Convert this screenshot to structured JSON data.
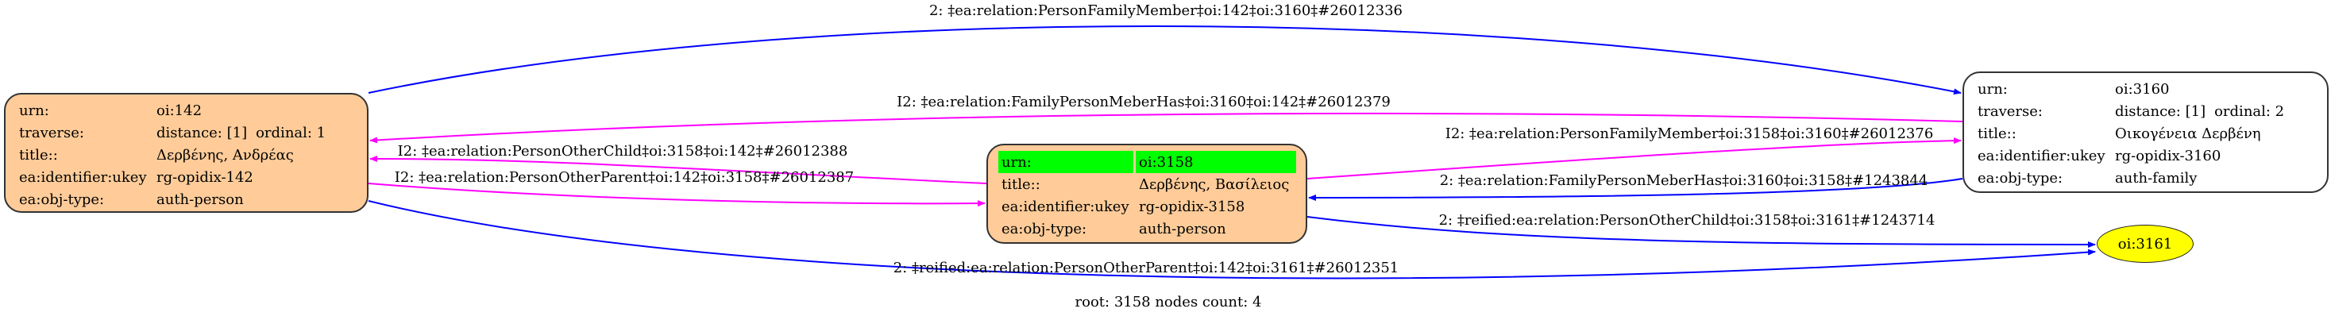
{
  "graph": {
    "footer": "root: 3158 nodes count: 4",
    "colors": {
      "person_fill": "#ffcc99",
      "family_fill": "#ffffff",
      "root_highlight": "#00ff00",
      "leaf_fill": "#ffff00",
      "edge_blue": "#0000ff",
      "edge_magenta": "#ff00ff"
    },
    "nodes": {
      "n142": {
        "rows": [
          {
            "key": "urn:",
            "value": "oi:142"
          },
          {
            "key": "traverse:",
            "value": "distance: [1]",
            "extra": "ordinal: 1"
          },
          {
            "key": "title::",
            "value": "Δερβένης, Ανδρέας"
          },
          {
            "key": "ea:identifier:ukey",
            "value": "rg-opidix-142"
          },
          {
            "key": "ea:obj-type:",
            "value": "auth-person"
          }
        ]
      },
      "n3158": {
        "rows": [
          {
            "key": "urn:",
            "value": "oi:3158"
          },
          {
            "key": "title::",
            "value": "Δερβένης, Βασίλειος"
          },
          {
            "key": "ea:identifier:ukey",
            "value": "rg-opidix-3158"
          },
          {
            "key": "ea:obj-type:",
            "value": "auth-person"
          }
        ]
      },
      "n3160": {
        "rows": [
          {
            "key": "urn:",
            "value": "oi:3160"
          },
          {
            "key": "traverse:",
            "value": "distance: [1]",
            "extra": "ordinal: 2"
          },
          {
            "key": "title::",
            "value": "Οικογένεια Δερβένη"
          },
          {
            "key": "ea:identifier:ukey",
            "value": "rg-opidix-3160"
          },
          {
            "key": "ea:obj-type:",
            "value": "auth-family"
          }
        ]
      },
      "n3161": {
        "label": "oi:3161"
      }
    },
    "edges": [
      {
        "label": "2: ‡ea:relation:PersonFamilyMember‡oi:142‡oi:3160‡#26012336"
      },
      {
        "label": "I2: ‡ea:relation:FamilyPersonMeberHas‡oi:3160‡oi:142‡#26012379"
      },
      {
        "label": "I2: ‡ea:relation:PersonOtherChild‡oi:3158‡oi:142‡#26012388"
      },
      {
        "label": "I2: ‡ea:relation:PersonOtherParent‡oi:142‡oi:3158‡#26012387"
      },
      {
        "label": "I2: ‡ea:relation:PersonFamilyMember‡oi:3158‡oi:3160‡#26012376"
      },
      {
        "label": "2: ‡ea:relation:FamilyPersonMeberHas‡oi:3160‡oi:3158‡#1243844"
      },
      {
        "label": "2: ‡reified:ea:relation:PersonOtherChild‡oi:3158‡oi:3161‡#1243714"
      },
      {
        "label": "2: ‡reified:ea:relation:PersonOtherParent‡oi:142‡oi:3161‡#26012351"
      }
    ]
  }
}
